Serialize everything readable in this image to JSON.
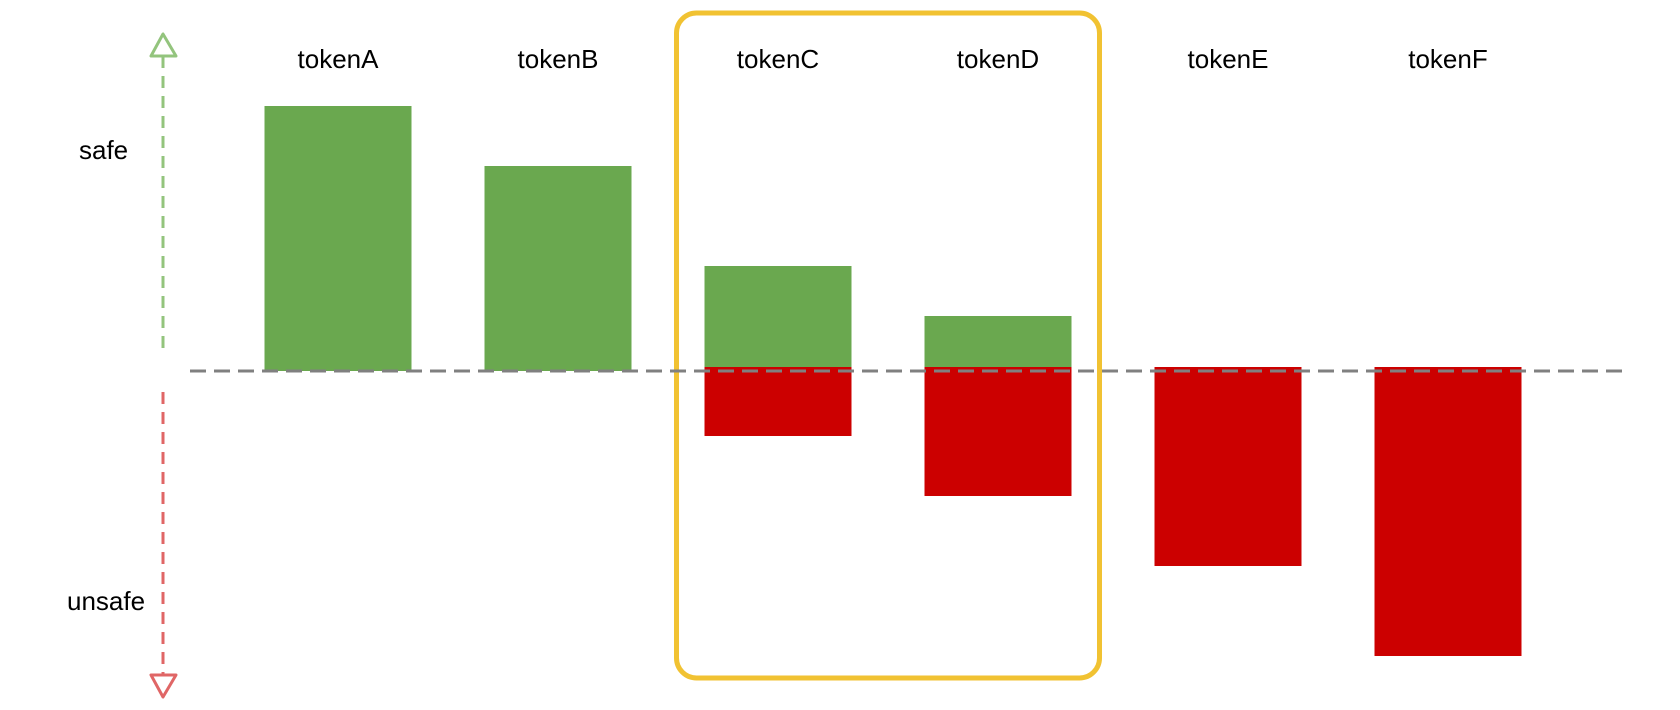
{
  "chart_data": {
    "type": "bar",
    "categories": [
      "tokenA",
      "tokenB",
      "tokenC",
      "tokenD",
      "tokenE",
      "tokenF"
    ],
    "series": [
      {
        "values": [
          265,
          205,
          105,
          55,
          0,
          0
        ]
      },
      {
        "values": [
          0,
          0,
          -65,
          -125,
          -195,
          -285
        ]
      }
    ],
    "ylim": [
      -300,
      300
    ],
    "labels": {
      "top": "safe",
      "bottom": "unsafe"
    },
    "highlight": [
      "tokenC",
      "tokenD"
    ],
    "colors": {
      "positive": "#6aa84f",
      "negative": "#cc0000",
      "baseline": "#808080",
      "top_arrow": "#93c47d",
      "bottom_arrow": "#e06666",
      "highlight": "#f1c232"
    }
  }
}
